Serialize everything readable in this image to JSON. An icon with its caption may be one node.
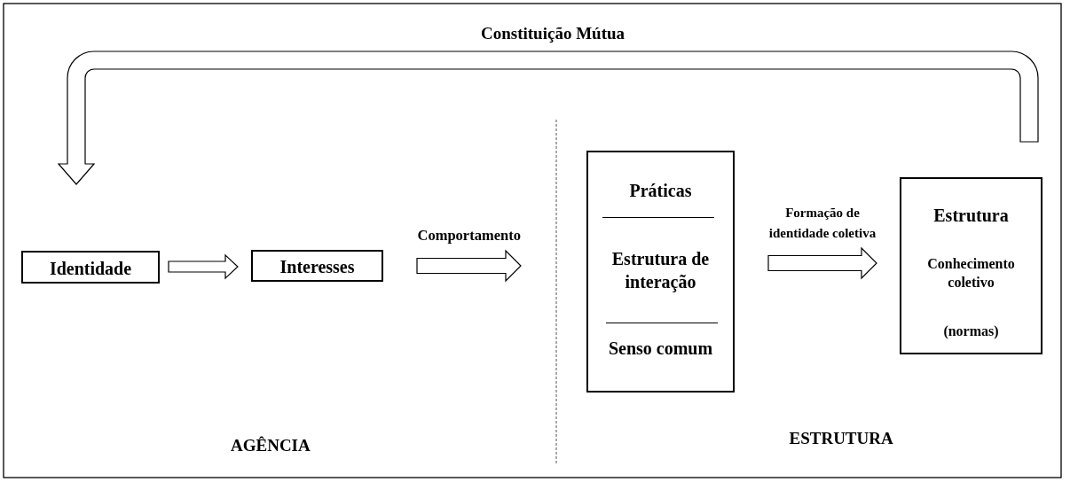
{
  "diagram": {
    "nodes": [
      {
        "text": [
          "Identidade"
        ]
      },
      {
        "text": [
          "Interesses"
        ]
      },
      {
        "text": [
          "Práticas",
          "Estrutura de interação",
          "Senso comum"
        ]
      },
      {
        "text": [
          "Estrutura",
          "Conhecimento coletivo",
          "(normas)"
        ]
      }
    ],
    "edges": [
      {
        "from": 0,
        "to": 1,
        "arrow": "to"
      },
      {
        "from": 1,
        "to": 2,
        "arrow": "to",
        "label": "Comportamento"
      },
      {
        "from": 2,
        "to": 3,
        "arrow": "to",
        "label": "Formação de identidade coletiva"
      },
      {
        "from": 3,
        "to": 0,
        "arrow": "to",
        "label": "Constituição Mútua"
      }
    ],
    "labels": [
      "AGÊNCIA",
      "ESTRUTURA"
    ]
  }
}
